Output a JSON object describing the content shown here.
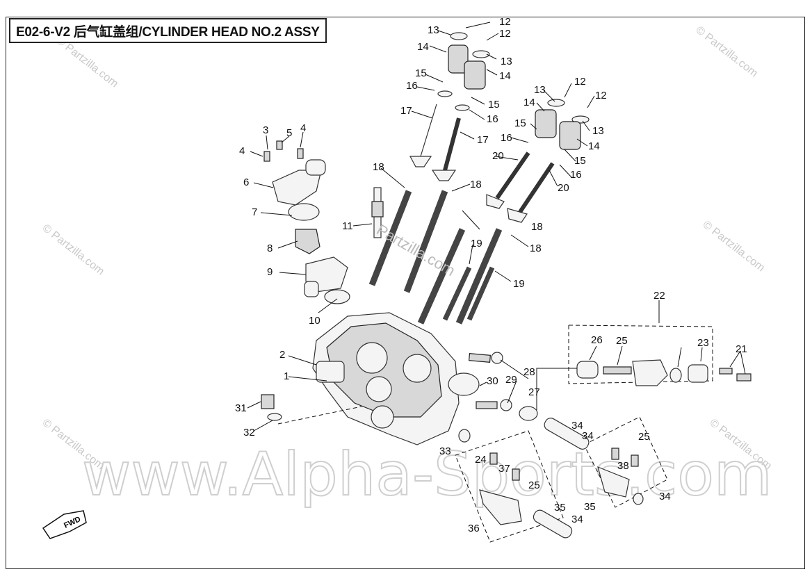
{
  "title": "E02-6-V2 后气缸盖组/CYLINDER HEAD NO.2 ASSY",
  "watermarks": {
    "small": "© Partzilla.com",
    "center": "Partzilla.com",
    "big": "www.Alpha-Sports.com"
  },
  "fwd_label": "FWD",
  "callouts": [
    "1",
    "2",
    "3",
    "4",
    "4",
    "5",
    "6",
    "7",
    "8",
    "9",
    "10",
    "11",
    "12",
    "12",
    "12",
    "12",
    "13",
    "13",
    "13",
    "13",
    "14",
    "14",
    "14",
    "14",
    "15",
    "15",
    "15",
    "15",
    "16",
    "16",
    "16",
    "16",
    "17",
    "17",
    "18",
    "18",
    "18",
    "18",
    "19",
    "19",
    "20",
    "20",
    "21",
    "22",
    "23",
    "24",
    "25",
    "25",
    "25",
    "26",
    "27",
    "28",
    "29",
    "30",
    "31",
    "32",
    "33",
    "34",
    "34",
    "34",
    "34",
    "35",
    "35",
    "36",
    "37",
    "38",
    "38"
  ]
}
